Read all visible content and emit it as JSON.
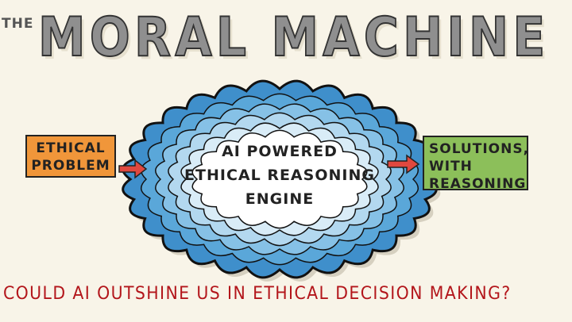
{
  "header": {
    "prefix": "THE",
    "title": "MORAL MACHINE"
  },
  "input_box": {
    "label": "ETHICAL PROBLEM"
  },
  "engine": {
    "label_lines": [
      "AI POWERED",
      "ETHICAL REASONING",
      "ENGINE"
    ]
  },
  "output_box": {
    "label_lines": [
      "SOLUTIONS,",
      "WITH",
      "REASONING"
    ]
  },
  "question": "COULD AI OUTSHINE US IN ETHICAL DECISION MAKING?",
  "colors": {
    "input": "#f0963a",
    "output": "#8cbf5a",
    "arrow": "#e0483f",
    "question": "#b3161b",
    "cloud": [
      "#3f8fcb",
      "#5aa7d9",
      "#86c1e6",
      "#b3d8ef",
      "#d9ecf7",
      "#ffffff"
    ]
  }
}
